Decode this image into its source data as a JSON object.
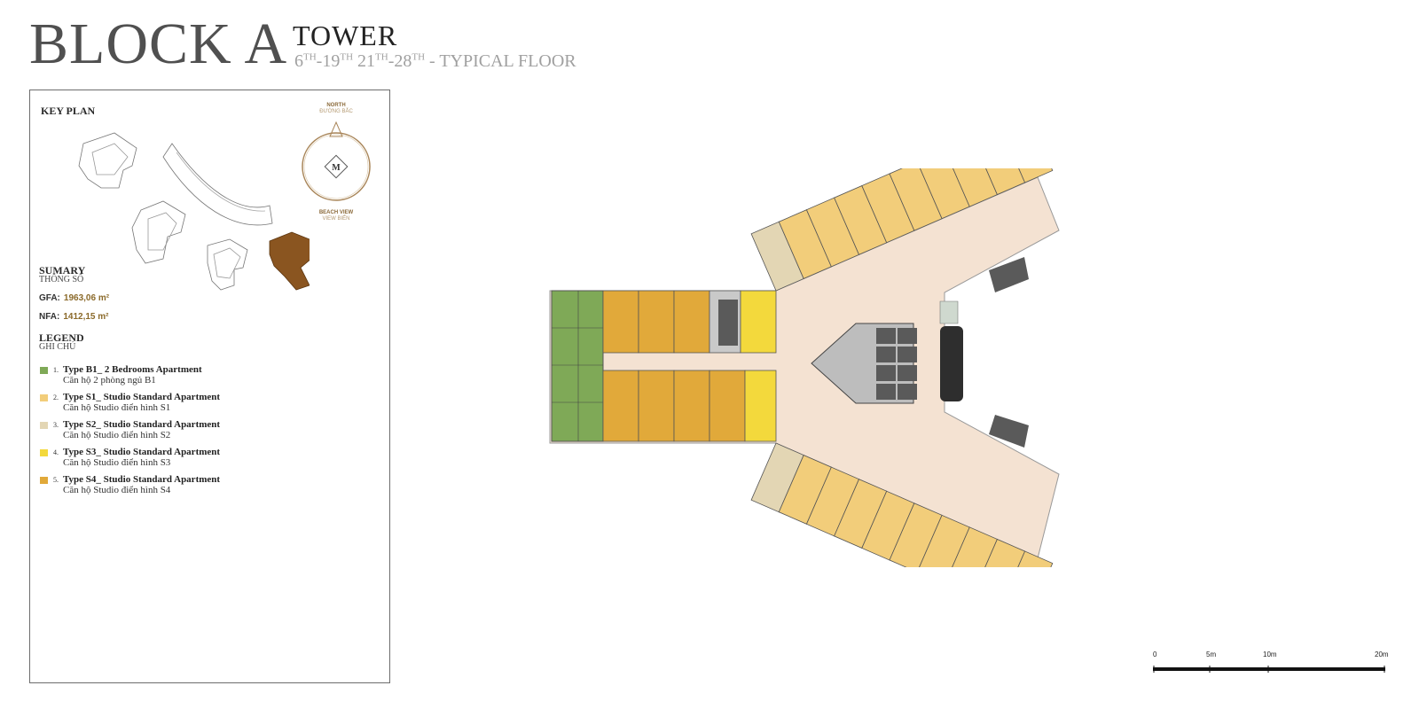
{
  "header": {
    "block_title": "BLOCK A",
    "tower_title": "TOWER",
    "floors_a": "6",
    "floors_a_sup": "TH",
    "floors_b": "-19",
    "floors_b_sup": "TH",
    "floors_c": " 21",
    "floors_c_sup": "TH",
    "floors_d": "-28",
    "floors_d_sup": "TH",
    "floors_tail": " - TYPICAL FLOOR"
  },
  "key_plan": {
    "label": "KEY PLAN",
    "highlight_color": "#8a5520"
  },
  "compass": {
    "north": "NORTH",
    "north_vi": "ĐƯỜNG BẮC",
    "center": "M",
    "beach": "BEACH VIEW",
    "beach_vi": "VIEW BIỂN"
  },
  "summary": {
    "label": "SUMARY",
    "sub": "THÔNG SỐ",
    "gfa_label": "GFA:",
    "gfa_value": "1963,06 m²",
    "nfa_label": "NFA:",
    "nfa_value": "1412,15 m²"
  },
  "legend": {
    "label": "LEGEND",
    "sub": "GHI CHÚ",
    "items": [
      {
        "num": "1.",
        "title": "Type B1_ 2 Bedrooms Apartment",
        "sub": "Căn hộ 2 phòng ngủ B1",
        "color": "#7fa957"
      },
      {
        "num": "2.",
        "title": "Type S1_ Studio Standard Apartment",
        "sub": "Căn hộ Studio điển hình S1",
        "color": "#f2cd7a"
      },
      {
        "num": "3.",
        "title": "Type S2_ Studio Standard Apartment",
        "sub": "Căn hộ Studio điển hình S2",
        "color": "#e3d6b4"
      },
      {
        "num": "4.",
        "title": "Type S3_ Studio Standard Apartment",
        "sub": "Căn hộ Studio điển hình S3",
        "color": "#f3d93c"
      },
      {
        "num": "5.",
        "title": "Type S4_ Studio Standard Apartment",
        "sub": "Căn hộ Studio điển hình S4",
        "color": "#e1a93a"
      }
    ]
  },
  "plan_colors": {
    "corridor": "#f4e2d2",
    "core": "#5a5a5a",
    "b1": "#7fa957",
    "s1": "#f2cd7a",
    "s2": "#e3d6b4",
    "s3": "#f3d93c",
    "s4": "#e1a93a"
  },
  "scale": {
    "t0": "0",
    "t1": "5m",
    "t2": "10m",
    "t3": "20m"
  }
}
